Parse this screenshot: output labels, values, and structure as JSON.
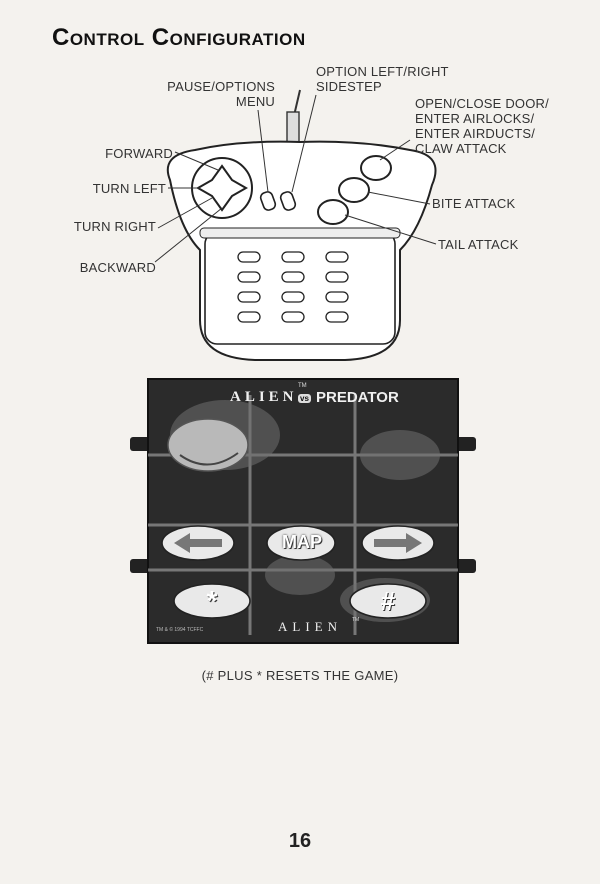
{
  "heading": "Control Configuration",
  "labels": {
    "pause_options": "PAUSE/OPTIONS\nMENU",
    "option_left_right": "OPTION LEFT/RIGHT\nSIDESTEP",
    "open_close_door": "OPEN/CLOSE DOOR/\nENTER AIRLOCKS/\nENTER AIRDUCTS/\nCLAW ATTACK",
    "forward": "FORWARD",
    "turn_left": "TURN LEFT",
    "turn_right": "TURN RIGHT",
    "backward": "BACKWARD",
    "bite_attack": "BITE ATTACK",
    "tail_attack": "TAIL ATTACK"
  },
  "overlay": {
    "logo_left": "ALIEN",
    "logo_vs": "vs",
    "logo_right": "PREDATOR",
    "map_button": "MAP",
    "star_button": "*",
    "hash_button": "#",
    "bottom_logo": "ALIEN",
    "fine_print": "TM & © 1994 TCFFC",
    "tm_top": "TM",
    "tm_bottom": "TM"
  },
  "caption": "(# PLUS * RESETS THE GAME)",
  "page_number": "16"
}
